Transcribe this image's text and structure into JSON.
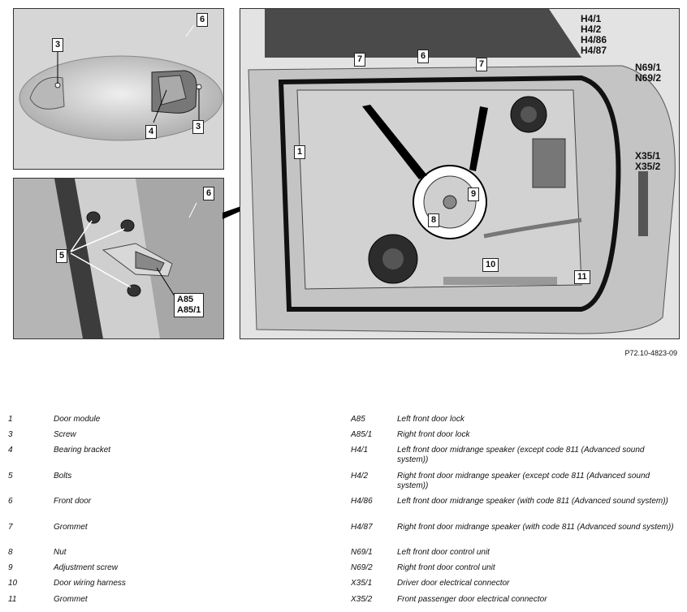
{
  "figure_ref": "P72.10-4823-09",
  "callouts": {
    "c6_top": "6",
    "c3_left": "3",
    "c4": "4",
    "c3_right": "3",
    "c6_mid": "6",
    "c5": "5",
    "a85": "A85",
    "a851": "A85/1",
    "c7_left": "7",
    "c6_main": "6",
    "c7_right": "7",
    "h4": [
      "H4/1",
      "H4/2",
      "H4/86",
      "H4/87"
    ],
    "n69": [
      "N69/1",
      "N69/2"
    ],
    "x35": [
      "X35/1",
      "X35/2"
    ],
    "c1": "1",
    "c9": "9",
    "c8": "8",
    "c10": "10",
    "c11": "11"
  },
  "legend_left": [
    {
      "key": "1",
      "text": "Door module"
    },
    {
      "key": "3",
      "text": "Screw"
    },
    {
      "key": "4",
      "text": "Bearing bracket"
    },
    {
      "key": "5",
      "text": "Bolts"
    },
    {
      "key": "6",
      "text": "Front door"
    },
    {
      "key": "7",
      "text": "Grommet"
    },
    {
      "key": "8",
      "text": "Nut"
    },
    {
      "key": "9",
      "text": "Adjustment screw"
    },
    {
      "key": "10",
      "text": "Door wiring harness"
    },
    {
      "key": "11",
      "text": "Grommet"
    }
  ],
  "legend_right": [
    {
      "key": "A85",
      "text": "Left front door lock"
    },
    {
      "key": "A85/1",
      "text": "Right front door lock"
    },
    {
      "key": "H4/1",
      "text": "Left front door midrange speaker (except code 811 (Advanced sound system))"
    },
    {
      "key": "H4/2",
      "text": "Right front door midrange speaker (except code 811 (Advanced sound system))"
    },
    {
      "key": "H4/86",
      "text": "Left front door midrange speaker (with code 811 (Advanced sound system))"
    },
    {
      "key": "H4/87",
      "text": "Right front door midrange speaker (with code 811 (Advanced sound system))"
    },
    {
      "key": "N69/1",
      "text": "Left front door control unit"
    },
    {
      "key": "N69/2",
      "text": "Right front door control unit"
    },
    {
      "key": "X35/1",
      "text": "Driver door electrical connector"
    },
    {
      "key": "X35/2",
      "text": "Front passenger door electrical connector"
    }
  ]
}
